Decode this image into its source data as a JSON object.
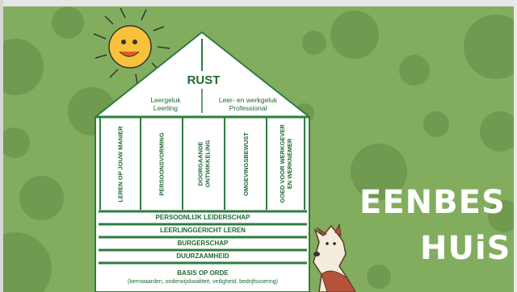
{
  "house": {
    "roof_title": "RUST",
    "roof_left": "Leergeluk\nLeerling",
    "roof_right": "Leer- en werkgeluk\nProfessional",
    "pillars": [
      "LEREN OP JOUW MANIER",
      "PERSOONSVORMING",
      "DOORGAANDE\nONTWIKKELING",
      "OMGEVINGSBEWUST",
      "GOED VOOR WERKGEVER\nEN WERKNEMER"
    ],
    "bands": [
      "PERSOONLIJK LEIDERSCHAP",
      "LEERLINGGERICHT LEREN",
      "BURGERSCHAP",
      "DUURZAAMHEID"
    ],
    "base_title": "BASIS OP ORDE",
    "base_subtitle": "(kernwaarden, onderwijskwaliteit, veiligheid, bedrijfsvoering)"
  },
  "title": {
    "line1": "EENBES",
    "line2": "HUiS"
  },
  "colors": {
    "background": "#82ad5e",
    "dots": "#6f9a4f",
    "house_fill": "#ffffff",
    "house_lines": "#2e7d3f",
    "title_text": "#ffffff",
    "sun": "#f7c23a"
  },
  "icons": [
    "sun-icon",
    "dog-illustration"
  ]
}
